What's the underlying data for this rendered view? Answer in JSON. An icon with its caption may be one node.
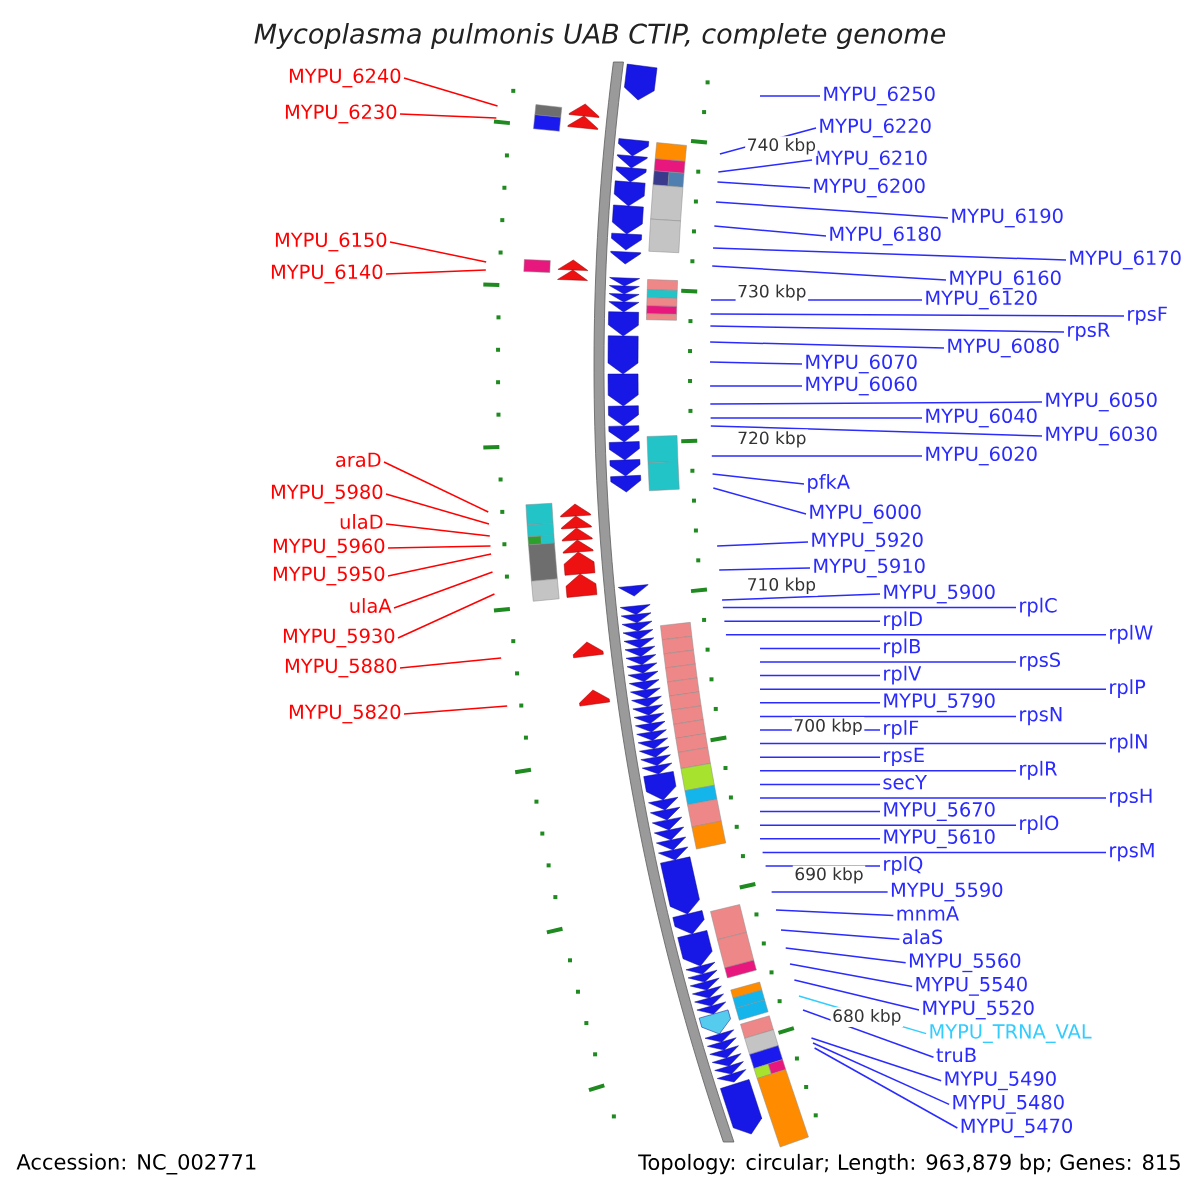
{
  "diagram": {
    "title": "Mycoplasma pulmonis UAB CTIP, complete genome",
    "nodes": [
      {
        "text": [
          "MYPU_6240"
        ]
      },
      {
        "text": [
          "MYPU_6230"
        ]
      },
      {
        "text": [
          "MYPU_6150"
        ]
      },
      {
        "text": [
          "MYPU_6140"
        ]
      },
      {
        "text": [
          "araD"
        ]
      },
      {
        "text": [
          "MYPU_5980"
        ]
      },
      {
        "text": [
          "ulaD"
        ]
      },
      {
        "text": [
          "MYPU_5960"
        ]
      },
      {
        "text": [
          "MYPU_5950"
        ]
      },
      {
        "text": [
          "ulaA"
        ]
      },
      {
        "text": [
          "MYPU_5930"
        ]
      },
      {
        "text": [
          "MYPU_5880"
        ]
      },
      {
        "text": [
          "MYPU_5820"
        ]
      },
      {
        "text": [
          "MYPU_6250"
        ]
      },
      {
        "text": [
          "MYPU_6220"
        ]
      },
      {
        "text": [
          "MYPU_6210"
        ]
      },
      {
        "text": [
          "MYPU_6200"
        ]
      },
      {
        "text": [
          "MYPU_6190"
        ]
      },
      {
        "text": [
          "MYPU_6180"
        ]
      },
      {
        "text": [
          "MYPU_6170"
        ]
      },
      {
        "text": [
          "MYPU_6160"
        ]
      },
      {
        "text": [
          "MYPU_6120"
        ]
      },
      {
        "text": [
          "rpsF"
        ]
      },
      {
        "text": [
          "rpsR"
        ]
      },
      {
        "text": [
          "MYPU_6080"
        ]
      },
      {
        "text": [
          "MYPU_6070"
        ]
      },
      {
        "text": [
          "MYPU_6060"
        ]
      },
      {
        "text": [
          "MYPU_6050"
        ]
      },
      {
        "text": [
          "MYPU_6040"
        ]
      },
      {
        "text": [
          "MYPU_6030"
        ]
      },
      {
        "text": [
          "MYPU_6020"
        ]
      },
      {
        "text": [
          "pfkA"
        ]
      },
      {
        "text": [
          "MYPU_6000"
        ]
      },
      {
        "text": [
          "MYPU_5920"
        ]
      },
      {
        "text": [
          "MYPU_5910"
        ]
      },
      {
        "text": [
          "MYPU_5900"
        ]
      },
      {
        "text": [
          "rplC"
        ]
      },
      {
        "text": [
          "rplD"
        ]
      },
      {
        "text": [
          "rplW"
        ]
      },
      {
        "text": [
          "rplB"
        ]
      },
      {
        "text": [
          "rpsS"
        ]
      },
      {
        "text": [
          "rplV"
        ]
      },
      {
        "text": [
          "rplP"
        ]
      },
      {
        "text": [
          "MYPU_5790"
        ]
      },
      {
        "text": [
          "rpsN"
        ]
      },
      {
        "text": [
          "rplF"
        ]
      },
      {
        "text": [
          "rplN"
        ]
      },
      {
        "text": [
          "rpsE"
        ]
      },
      {
        "text": [
          "rplR"
        ]
      },
      {
        "text": [
          "secY"
        ]
      },
      {
        "text": [
          "rpsH"
        ]
      },
      {
        "text": [
          "MYPU_5670"
        ]
      },
      {
        "text": [
          "rplO"
        ]
      },
      {
        "text": [
          "MYPU_5610"
        ]
      },
      {
        "text": [
          "rpsM"
        ]
      },
      {
        "text": [
          "rplQ"
        ]
      },
      {
        "text": [
          "MYPU_5590"
        ]
      },
      {
        "text": [
          "mnmA"
        ]
      },
      {
        "text": [
          "alaS"
        ]
      },
      {
        "text": [
          "MYPU_5560"
        ]
      },
      {
        "text": [
          "MYPU_5540"
        ]
      },
      {
        "text": [
          "MYPU_5520"
        ]
      },
      {
        "text": [
          "MYPU_TRNA_VAL"
        ]
      },
      {
        "text": [
          "truB"
        ]
      },
      {
        "text": [
          "MYPU_5490"
        ]
      },
      {
        "text": [
          "MYPU_5480"
        ]
      },
      {
        "text": [
          "MYPU_5470"
        ]
      }
    ],
    "edges": [
      {
        "from": 0,
        "to": null,
        "arrow": "none",
        "color": "#ff0000"
      },
      {
        "from": 1,
        "to": null,
        "arrow": "none",
        "color": "#ff0000"
      },
      {
        "from": 2,
        "to": null,
        "arrow": "none",
        "color": "#ff0000"
      },
      {
        "from": 3,
        "to": null,
        "arrow": "none",
        "color": "#ff0000"
      },
      {
        "from": 4,
        "to": null,
        "arrow": "none",
        "color": "#ff0000"
      },
      {
        "from": 5,
        "to": null,
        "arrow": "none",
        "color": "#ff0000"
      },
      {
        "from": 6,
        "to": null,
        "arrow": "none",
        "color": "#ff0000"
      },
      {
        "from": 7,
        "to": null,
        "arrow": "none",
        "color": "#ff0000"
      },
      {
        "from": 8,
        "to": null,
        "arrow": "none",
        "color": "#ff0000"
      },
      {
        "from": 9,
        "to": null,
        "arrow": "none",
        "color": "#ff0000"
      },
      {
        "from": 10,
        "to": null,
        "arrow": "none",
        "color": "#ff0000"
      },
      {
        "from": 11,
        "to": null,
        "arrow": "none",
        "color": "#ff0000"
      },
      {
        "from": 12,
        "to": null,
        "arrow": "none",
        "color": "#ff0000"
      },
      {
        "from": 13,
        "to": null,
        "arrow": "none"
      },
      {
        "from": 14,
        "to": null,
        "arrow": "none"
      },
      {
        "from": 15,
        "to": null,
        "arrow": "none"
      },
      {
        "from": 16,
        "to": null,
        "arrow": "none"
      },
      {
        "from": 17,
        "to": null,
        "arrow": "none"
      },
      {
        "from": 18,
        "to": null,
        "arrow": "none"
      },
      {
        "from": 19,
        "to": null,
        "arrow": "none"
      },
      {
        "from": 20,
        "to": null,
        "arrow": "none"
      },
      {
        "from": 21,
        "to": null,
        "arrow": "none"
      },
      {
        "from": 22,
        "to": null,
        "arrow": "none"
      },
      {
        "from": 23,
        "to": null,
        "arrow": "none"
      },
      {
        "from": 24,
        "to": null,
        "arrow": "none"
      },
      {
        "from": 25,
        "to": null,
        "arrow": "none"
      },
      {
        "from": 26,
        "to": null,
        "arrow": "none"
      },
      {
        "from": 27,
        "to": null,
        "arrow": "none"
      },
      {
        "from": 28,
        "to": null,
        "arrow": "none"
      },
      {
        "from": 29,
        "to": null,
        "arrow": "none"
      },
      {
        "from": 30,
        "to": null,
        "arrow": "none"
      },
      {
        "from": 31,
        "to": null,
        "arrow": "none"
      },
      {
        "from": 32,
        "to": null,
        "arrow": "none"
      },
      {
        "from": 33,
        "to": null,
        "arrow": "none"
      },
      {
        "from": 34,
        "to": null,
        "arrow": "none"
      },
      {
        "from": 35,
        "to": null,
        "arrow": "none"
      },
      {
        "from": 36,
        "to": null,
        "arrow": "none"
      },
      {
        "from": 37,
        "to": null,
        "arrow": "none"
      },
      {
        "from": 38,
        "to": null,
        "arrow": "none"
      },
      {
        "from": 39,
        "to": null,
        "arrow": "none"
      },
      {
        "from": 40,
        "to": null,
        "arrow": "none"
      },
      {
        "from": 41,
        "to": null,
        "arrow": "none"
      },
      {
        "from": 42,
        "to": null,
        "arrow": "none"
      },
      {
        "from": 43,
        "to": null,
        "arrow": "none"
      },
      {
        "from": 44,
        "to": null,
        "arrow": "none"
      },
      {
        "from": 45,
        "to": null,
        "arrow": "none"
      },
      {
        "from": 46,
        "to": null,
        "arrow": "none"
      },
      {
        "from": 47,
        "to": null,
        "arrow": "none"
      },
      {
        "from": 48,
        "to": null,
        "arrow": "none"
      },
      {
        "from": 49,
        "to": null,
        "arrow": "none"
      },
      {
        "from": 50,
        "to": null,
        "arrow": "none"
      },
      {
        "from": 51,
        "to": null,
        "arrow": "none"
      },
      {
        "from": 52,
        "to": null,
        "arrow": "none"
      },
      {
        "from": 53,
        "to": null,
        "arrow": "none"
      },
      {
        "from": 54,
        "to": null,
        "arrow": "none"
      },
      {
        "from": 55,
        "to": null,
        "arrow": "none"
      },
      {
        "from": 56,
        "to": null,
        "arrow": "none"
      },
      {
        "from": 57,
        "to": null,
        "arrow": "none"
      },
      {
        "from": 58,
        "to": null,
        "arrow": "none"
      },
      {
        "from": 59,
        "to": null,
        "arrow": "none"
      },
      {
        "from": 60,
        "to": null,
        "arrow": "none"
      },
      {
        "from": 61,
        "to": null,
        "arrow": "none"
      },
      {
        "from": 62,
        "to": null,
        "arrow": "none",
        "color": "#33ccff"
      },
      {
        "from": 63,
        "to": null,
        "arrow": "none"
      },
      {
        "from": 64,
        "to": null,
        "arrow": "none"
      },
      {
        "from": 65,
        "to": null,
        "arrow": "none"
      },
      {
        "from": 66,
        "to": null,
        "arrow": "none"
      }
    ],
    "labels": [
      "740 kbp",
      "730 kbp",
      "720 kbp",
      "710 kbp",
      "700 kbp",
      "690 kbp",
      "680 kbp",
      "Accession: NC_002771",
      "Topology: circular; Length: 963,879 bp; Genes: 815"
    ]
  }
}
